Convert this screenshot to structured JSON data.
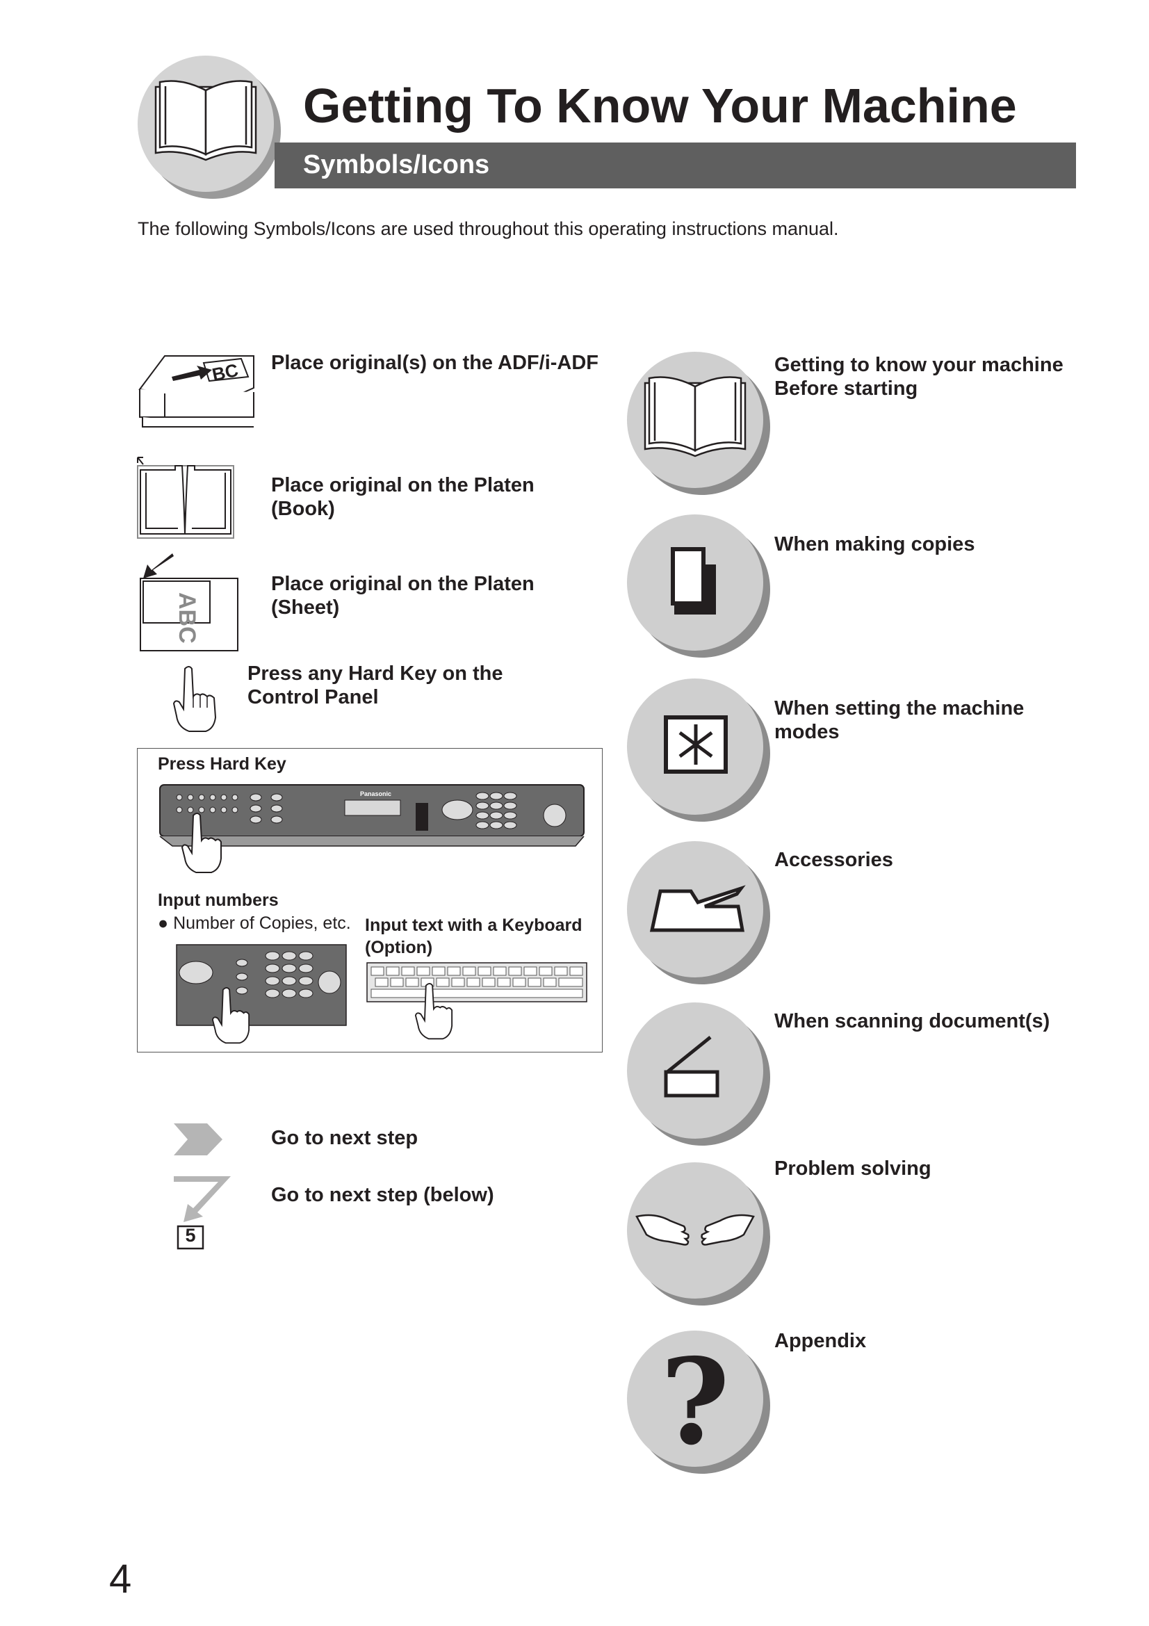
{
  "header": {
    "title": "Getting To Know Your Machine",
    "section": "Symbols/Icons",
    "book_icon": "open-book-icon"
  },
  "intro": "The following Symbols/Icons are used throughout this operating instructions manual.",
  "left_symbols": {
    "adf": {
      "icon": "adf-icon",
      "label": "Place original(s) on the ADF/i-ADF"
    },
    "platen_book": {
      "icon": "platen-book-icon",
      "line1": "Place original on the Platen",
      "line2": "(Book)"
    },
    "platen_sheet": {
      "icon": "platen-sheet-icon",
      "line1": "Place original on the Platen",
      "line2": "(Sheet)"
    },
    "hard_key": {
      "icon": "pointing-hand-icon",
      "line1": "Press any Hard Key on the",
      "line2": "Control Panel"
    }
  },
  "panel": {
    "press_hard_key": "Press Hard Key",
    "brand": "Panasonic",
    "input_numbers": "Input numbers",
    "copies_bullet": "●",
    "copies_text": "Number of Copies, etc.",
    "keyboard_line1": "Input text with a Keyboard",
    "keyboard_line2": "(Option)"
  },
  "steps": {
    "next": {
      "icon": "chevron-right-icon",
      "label": "Go to next step"
    },
    "next_below": {
      "icon": "arrow-down-left-icon",
      "label": "Go to next step (below)",
      "step_number": "5"
    }
  },
  "right_symbols": [
    {
      "icon": "open-book-icon",
      "line1": "Getting to know your machine",
      "line2": "Before starting"
    },
    {
      "icon": "copy-page-icon",
      "line1": "When making copies",
      "line2": ""
    },
    {
      "icon": "asterisk-box-icon",
      "line1": "When setting the machine",
      "line2": "modes"
    },
    {
      "icon": "tray-icon",
      "line1": "Accessories",
      "line2": ""
    },
    {
      "icon": "scanner-lid-icon",
      "line1": "When scanning document(s)",
      "line2": ""
    },
    {
      "icon": "handshake-icon",
      "line1": "Problem solving",
      "line2": ""
    },
    {
      "icon": "question-mark-icon",
      "line1": "Appendix",
      "line2": "",
      "glyph": "?"
    }
  ],
  "page_number": "4",
  "colors": {
    "banner": "#5f5f5f",
    "circle": "#cfcfcf",
    "circle_shadow": "#8c8c8c",
    "text": "#231f20"
  }
}
